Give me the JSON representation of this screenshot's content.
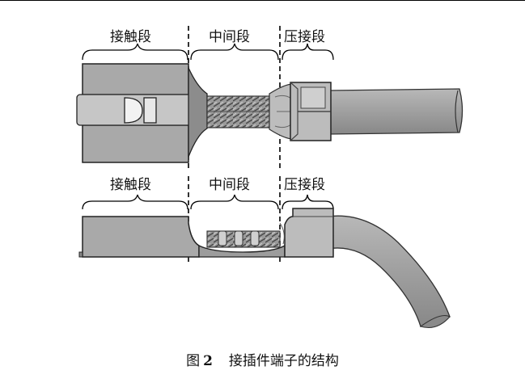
{
  "top_view": {
    "labels": {
      "contact": "接触段",
      "middle": "中间段",
      "crimp": "压接段"
    }
  },
  "bottom_view": {
    "labels": {
      "contact": "接触段",
      "middle": "中间段",
      "crimp": "压接段"
    }
  },
  "caption": {
    "prefix": "图",
    "number": "2",
    "text": "接插件端子的结构"
  }
}
